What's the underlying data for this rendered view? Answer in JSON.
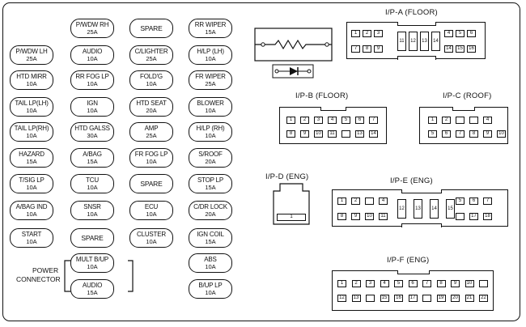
{
  "fuse_columns": [
    [
      {
        "name": "",
        "amp": ""
      },
      {
        "name": "P/WDW LH",
        "amp": "25A"
      },
      {
        "name": "HTD MIRR",
        "amp": "10A"
      },
      {
        "name": "TAIL LP(LH)",
        "amp": "10A"
      },
      {
        "name": "TAIL LP(RH)",
        "amp": "10A"
      },
      {
        "name": "HAZARD",
        "amp": "15A"
      },
      {
        "name": "T/SIG LP",
        "amp": "10A"
      },
      {
        "name": "A/BAG IND",
        "amp": "10A"
      },
      {
        "name": "START",
        "amp": "10A"
      }
    ],
    [
      {
        "name": "P/WDW RH",
        "amp": "25A"
      },
      {
        "name": "AUDIO",
        "amp": "10A"
      },
      {
        "name": "RR FOG LP",
        "amp": "10A"
      },
      {
        "name": "IGN",
        "amp": "10A"
      },
      {
        "name": "HTD GALSS",
        "amp": "30A"
      },
      {
        "name": "A/BAG",
        "amp": "15A"
      },
      {
        "name": "TCU",
        "amp": "10A"
      },
      {
        "name": "SNSR",
        "amp": "10A"
      },
      {
        "name": "SPARE",
        "amp": ""
      },
      {
        "name": "MULT B/UP",
        "amp": "10A"
      },
      {
        "name": "AUDIO",
        "amp": "15A"
      }
    ],
    [
      {
        "name": "SPARE",
        "amp": ""
      },
      {
        "name": "C/LIGHTER",
        "amp": "25A"
      },
      {
        "name": "FOLD'G",
        "amp": "10A"
      },
      {
        "name": "HTD SEAT",
        "amp": "20A"
      },
      {
        "name": "AMP",
        "amp": "25A"
      },
      {
        "name": "FR FOG LP",
        "amp": "10A"
      },
      {
        "name": "SPARE",
        "amp": ""
      },
      {
        "name": "ECU",
        "amp": "10A"
      },
      {
        "name": "CLUSTER",
        "amp": "10A"
      }
    ],
    [
      {
        "name": "RR WIPER",
        "amp": "15A"
      },
      {
        "name": "H/LP (LH)",
        "amp": "10A"
      },
      {
        "name": "FR WIPER",
        "amp": "25A"
      },
      {
        "name": "BLOWER",
        "amp": "10A"
      },
      {
        "name": "H/LP (RH)",
        "amp": "10A"
      },
      {
        "name": "S/ROOF",
        "amp": "20A"
      },
      {
        "name": "STOP LP",
        "amp": "15A"
      },
      {
        "name": "C/DR LOCK",
        "amp": "20A"
      },
      {
        "name": "IGN COIL",
        "amp": "15A"
      },
      {
        "name": "ABS",
        "amp": "10A"
      },
      {
        "name": "B/UP LP",
        "amp": "10A"
      }
    ]
  ],
  "power_connector_label": [
    "POWER",
    "CONNECTOR"
  ],
  "connectors": {
    "ipa": {
      "title": "I/P-A (FLOOR)",
      "top_left": [
        "1",
        "2",
        "3"
      ],
      "tall": [
        "11",
        "12",
        "13",
        "14"
      ],
      "top_right": [
        "4",
        "5",
        "6"
      ],
      "bot_left": [
        "7",
        "8",
        "9"
      ],
      "bot_right": [
        "14",
        "15",
        "16"
      ]
    },
    "ipb": {
      "title": "I/P-B (FLOOR)",
      "row1": [
        "1",
        "2",
        "3",
        "4",
        "5",
        "6",
        "7"
      ],
      "row2": [
        "8",
        "9",
        "10",
        "11",
        "",
        "13",
        "14"
      ]
    },
    "ipc": {
      "title": "I/P-C (ROOF)",
      "row1": [
        "1",
        "2",
        "",
        "",
        "4"
      ],
      "row2": [
        "5",
        "6",
        "7",
        "8",
        "9",
        "10"
      ]
    },
    "ipd": {
      "title": "I/P-D (ENG)",
      "pin": "1"
    },
    "ipe": {
      "title": "I/P-E (ENG)",
      "top_left": [
        "1",
        "2",
        "",
        "4"
      ],
      "tall": [
        "12",
        "13",
        "14",
        "15"
      ],
      "top_right": [
        "5",
        "6",
        "7"
      ],
      "bot_left": [
        "8",
        "9",
        "10",
        "11"
      ],
      "bot_right": [
        "",
        "17",
        "18"
      ]
    },
    "ipf": {
      "title": "I/P-F (ENG)",
      "row1": [
        "1",
        "2",
        "3",
        "4",
        "5",
        "6",
        "7",
        "8",
        "9",
        "10",
        ""
      ],
      "row2": [
        "12",
        "13",
        "",
        "15",
        "16",
        "17",
        "",
        "19",
        "20",
        "21",
        "22"
      ]
    }
  }
}
